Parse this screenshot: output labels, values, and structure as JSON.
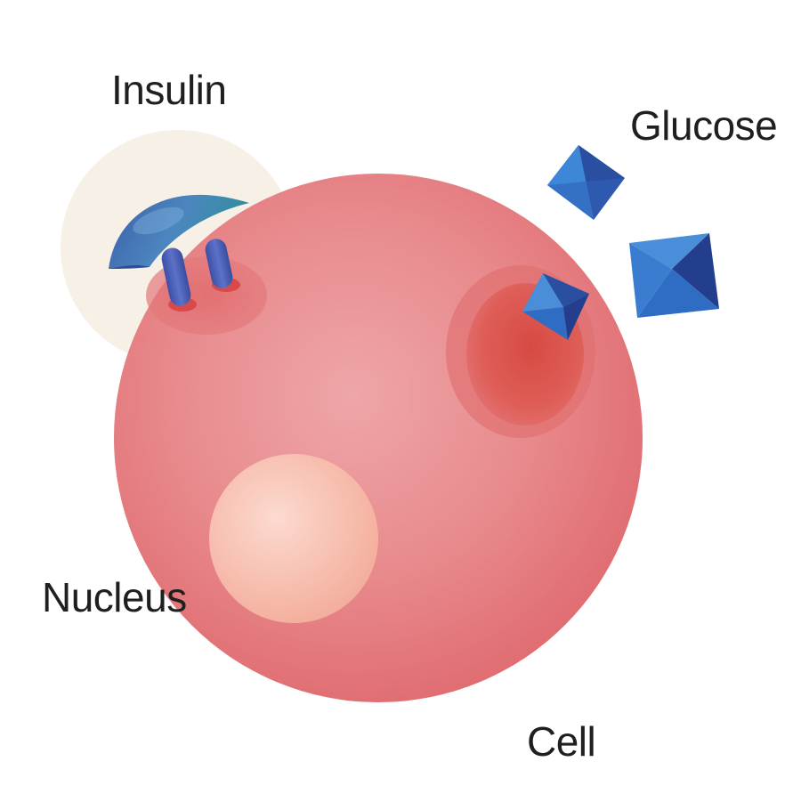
{
  "labels": {
    "insulin": "Insulin",
    "glucose": "Glucose",
    "nucleus": "Nucleus",
    "cell": "Cell"
  },
  "colors": {
    "cell": "#E37378",
    "cell_highlight": "#EDA5A8",
    "nucleus": "#F7B7A8",
    "insulin_halo": "#F7F0E6",
    "insulin": "#3F6FB0",
    "glucose_light": "#3A7DD0",
    "glucose_dark": "#243E8E",
    "receptor_site": "#D8494A"
  },
  "icons": [
    "insulin-molecule-icon",
    "glucose-crystal-icon",
    "cell-icon",
    "nucleus-icon"
  ]
}
